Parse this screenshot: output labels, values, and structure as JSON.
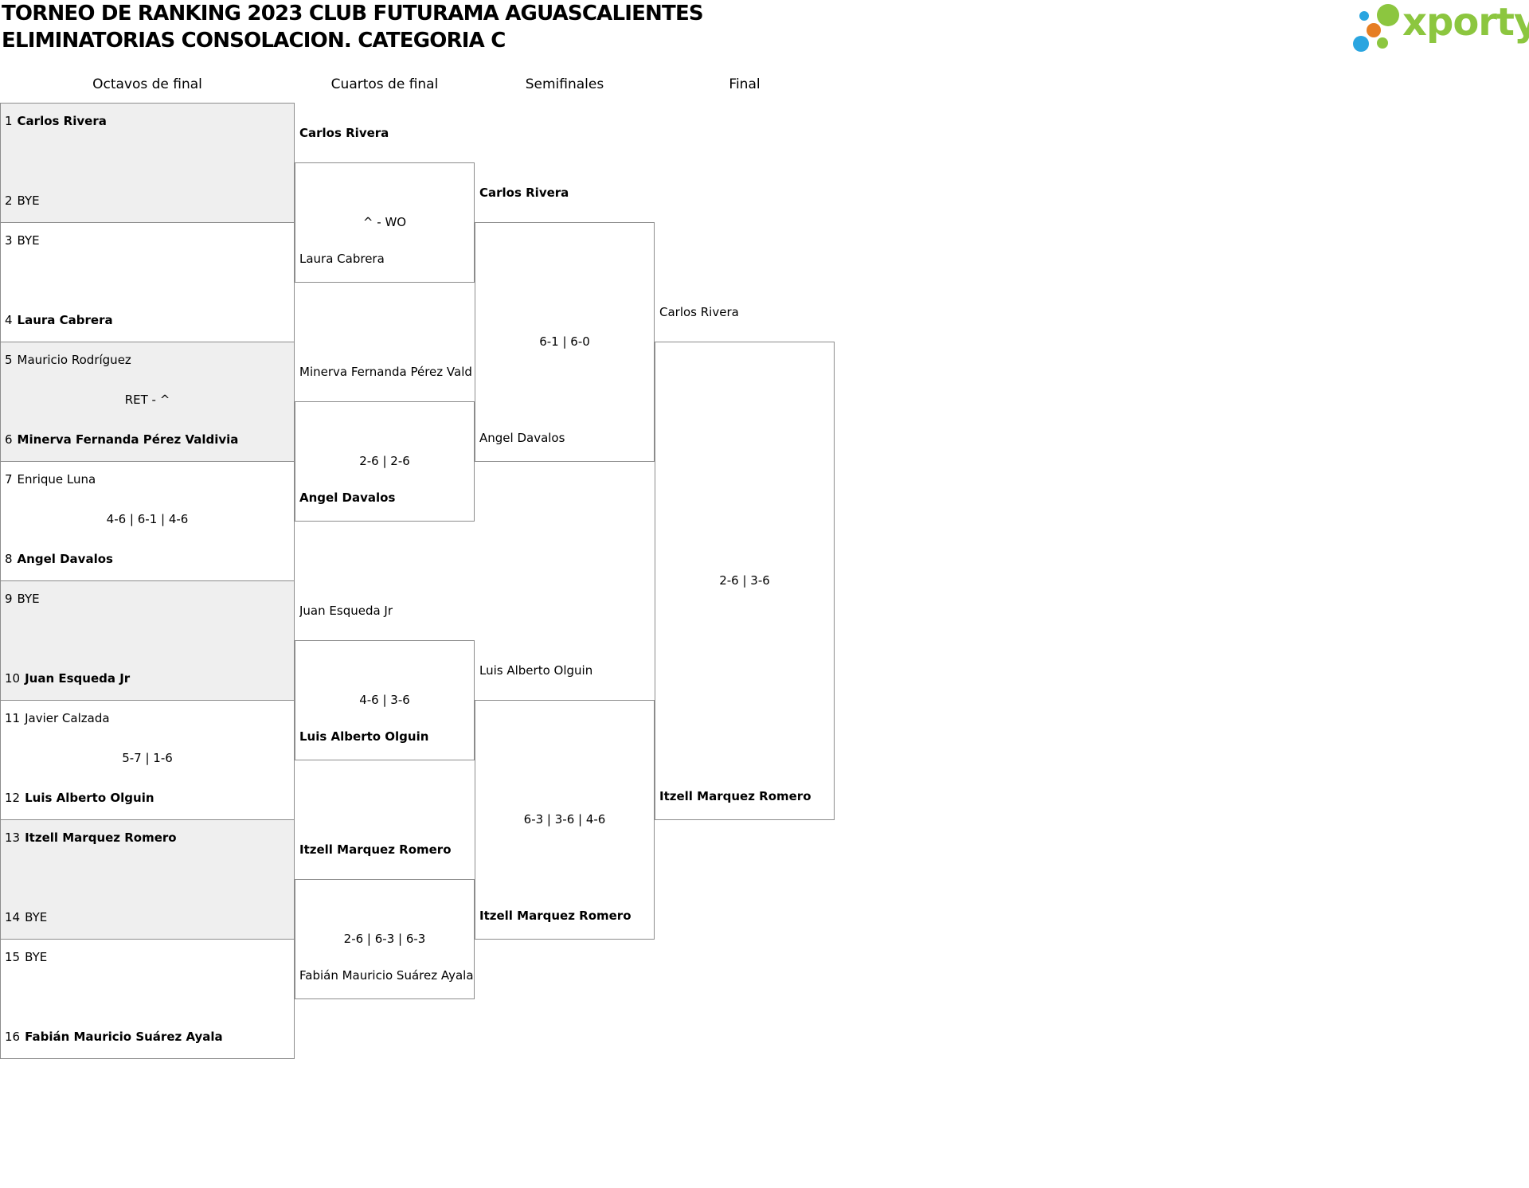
{
  "header": {
    "title_line1": "TORNEO DE RANKING 2023 CLUB FUTURAMA AGUASCALIENTES",
    "title_line2": "ELIMINATORIAS CONSOLACION. CATEGORIA C",
    "logo_text": "xporty",
    "logo_colors": [
      "#2aa5e0",
      "#8cc63f",
      "#e67e22"
    ]
  },
  "rounds": {
    "r1": "Octavos de final",
    "r2": "Cuartos de final",
    "r3": "Semifinales",
    "r4": "Final"
  },
  "octavos": [
    {
      "seed1": "1",
      "p1": "Carlos Rivera",
      "seed2": "2",
      "p2": "BYE",
      "score": ""
    },
    {
      "seed1": "3",
      "p1": "BYE",
      "seed2": "4",
      "p2": "Laura Cabrera",
      "score": ""
    },
    {
      "seed1": "5",
      "p1": "Mauricio Rodríguez",
      "seed2": "6",
      "p2": "Minerva Fernanda Pérez Valdivia",
      "score": "RET - ^"
    },
    {
      "seed1": "7",
      "p1": "Enrique Luna",
      "seed2": "8",
      "p2": "Angel Davalos",
      "score": "4-6 | 6-1 | 4-6"
    },
    {
      "seed1": "9",
      "p1": "BYE",
      "seed2": "10",
      "p2": "Juan Esqueda Jr",
      "score": ""
    },
    {
      "seed1": "11",
      "p1": "Javier Calzada",
      "seed2": "12",
      "p2": "Luis Alberto Olguin",
      "score": "5-7 | 1-6"
    },
    {
      "seed1": "13",
      "p1": "Itzell Marquez Romero",
      "seed2": "14",
      "p2": "BYE",
      "score": ""
    },
    {
      "seed1": "15",
      "p1": "BYE",
      "seed2": "16",
      "p2": "Fabián Mauricio Suárez Ayala",
      "score": ""
    }
  ],
  "cuartos": [
    {
      "p1": "Carlos Rivera",
      "p2": "Laura Cabrera",
      "score": "^ - WO"
    },
    {
      "p1": "Minerva Fernanda Pérez Vald",
      "p2": "Angel Davalos",
      "score": "2-6 | 2-6"
    },
    {
      "p1": "Juan Esqueda Jr",
      "p2": "Luis Alberto Olguin",
      "score": "4-6 | 3-6"
    },
    {
      "p1": "Itzell Marquez Romero",
      "p2": "Fabián Mauricio Suárez Ayala",
      "score": "2-6 | 6-3 | 6-3"
    }
  ],
  "semis": [
    {
      "p1": "Carlos Rivera",
      "p2": "Angel Davalos",
      "score": "6-1 | 6-0"
    },
    {
      "p1": "Luis Alberto Olguin",
      "p2": "Itzell Marquez Romero",
      "score": "6-3 | 3-6 | 4-6"
    }
  ],
  "final": {
    "p1": "Carlos Rivera",
    "p2": "Itzell Marquez Romero",
    "score": "2-6 | 3-6"
  }
}
